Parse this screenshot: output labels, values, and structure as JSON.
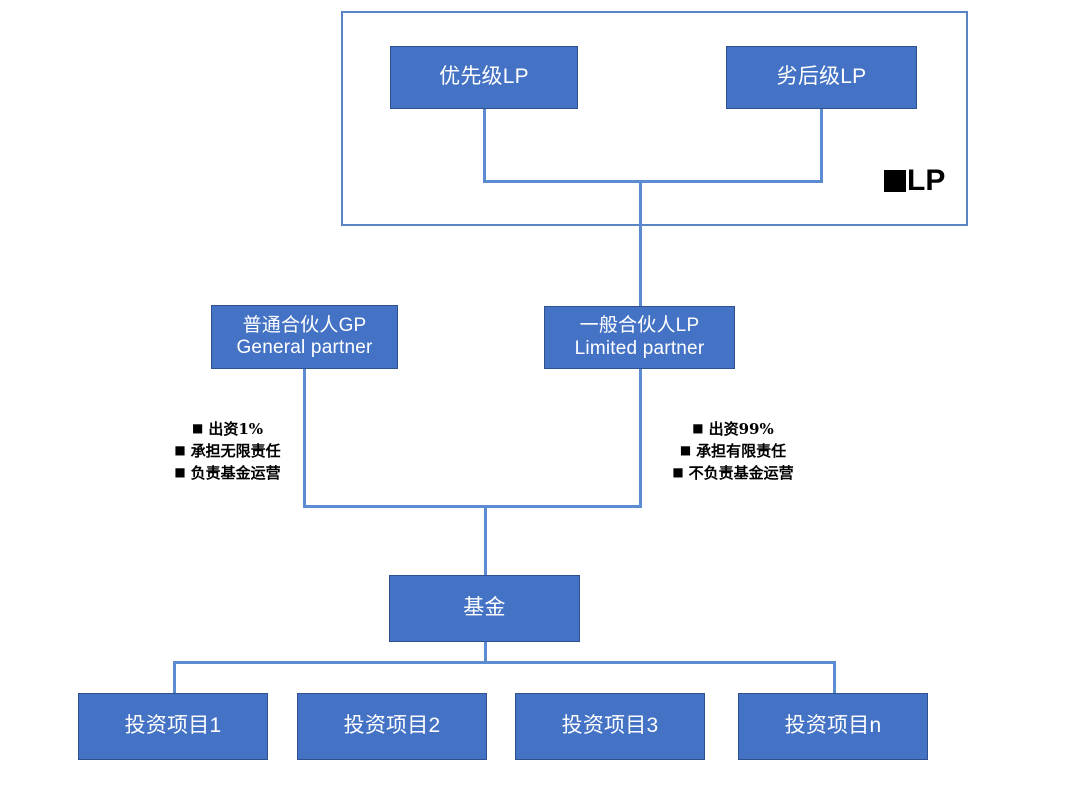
{
  "diagram": {
    "title_present": false,
    "colors": {
      "box_fill": "#4472C4",
      "box_border": "#2F528F",
      "connector": "#5B8BD0",
      "container_border": "#5B84C4",
      "box_text": "#FFFFFF",
      "bullet_text": "#000000",
      "legend_marker": "#000000"
    },
    "lp_group": {
      "legend": {
        "marker": "black-square-marker",
        "label": "LP"
      },
      "boxes": [
        {
          "label": "优先级LP"
        },
        {
          "label": "劣后级LP"
        }
      ]
    },
    "partners": [
      {
        "line1": "普通合伙人GP",
        "line2": "General partner",
        "bullets": [
          "出资1%",
          "承担无限责任",
          "负责基金运营"
        ]
      },
      {
        "line1": "一般合伙人LP",
        "line2": "Limited partner",
        "bullets": [
          "出资99%",
          "承担有限责任",
          "不负责基金运营"
        ]
      }
    ],
    "fund": {
      "label": "基金"
    },
    "projects": [
      {
        "label": "投资项目1"
      },
      {
        "label": "投资项目2"
      },
      {
        "label": "投资项目3"
      },
      {
        "label": "投资项目n"
      }
    ],
    "bullet_marker": "■"
  }
}
